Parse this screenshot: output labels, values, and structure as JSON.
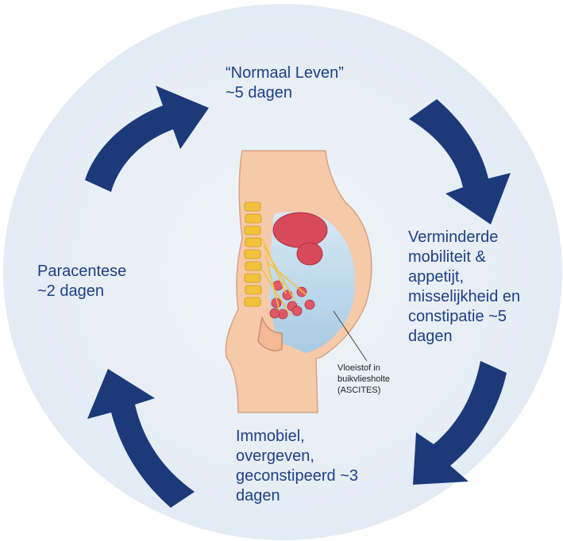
{
  "colors": {
    "background_circle": "#e5edf5",
    "arrow": "#1c3a7a",
    "label_text": "#1f3f86",
    "skin": "#f6c9a9",
    "fluid": "#b8d6ea",
    "organ": "#d84a5a",
    "spine": "#f2c23c"
  },
  "stages": {
    "top": "“Normaal Leven”\n~5 dagen",
    "right": "Verminderde mobiliteit & appetijt, misselijkheid en constipatie ~5 dagen",
    "bottom": "Immobiel, overgeven, geconstipeerd ~3 dagen",
    "left": "Paracentese\n~2 dagen"
  },
  "illustration": {
    "callout": "Vloeistof in buikvliesholte (ASCITES)"
  },
  "icons": [
    "cycle-arrow-icon",
    "abdomen-cross-section-illustration"
  ]
}
